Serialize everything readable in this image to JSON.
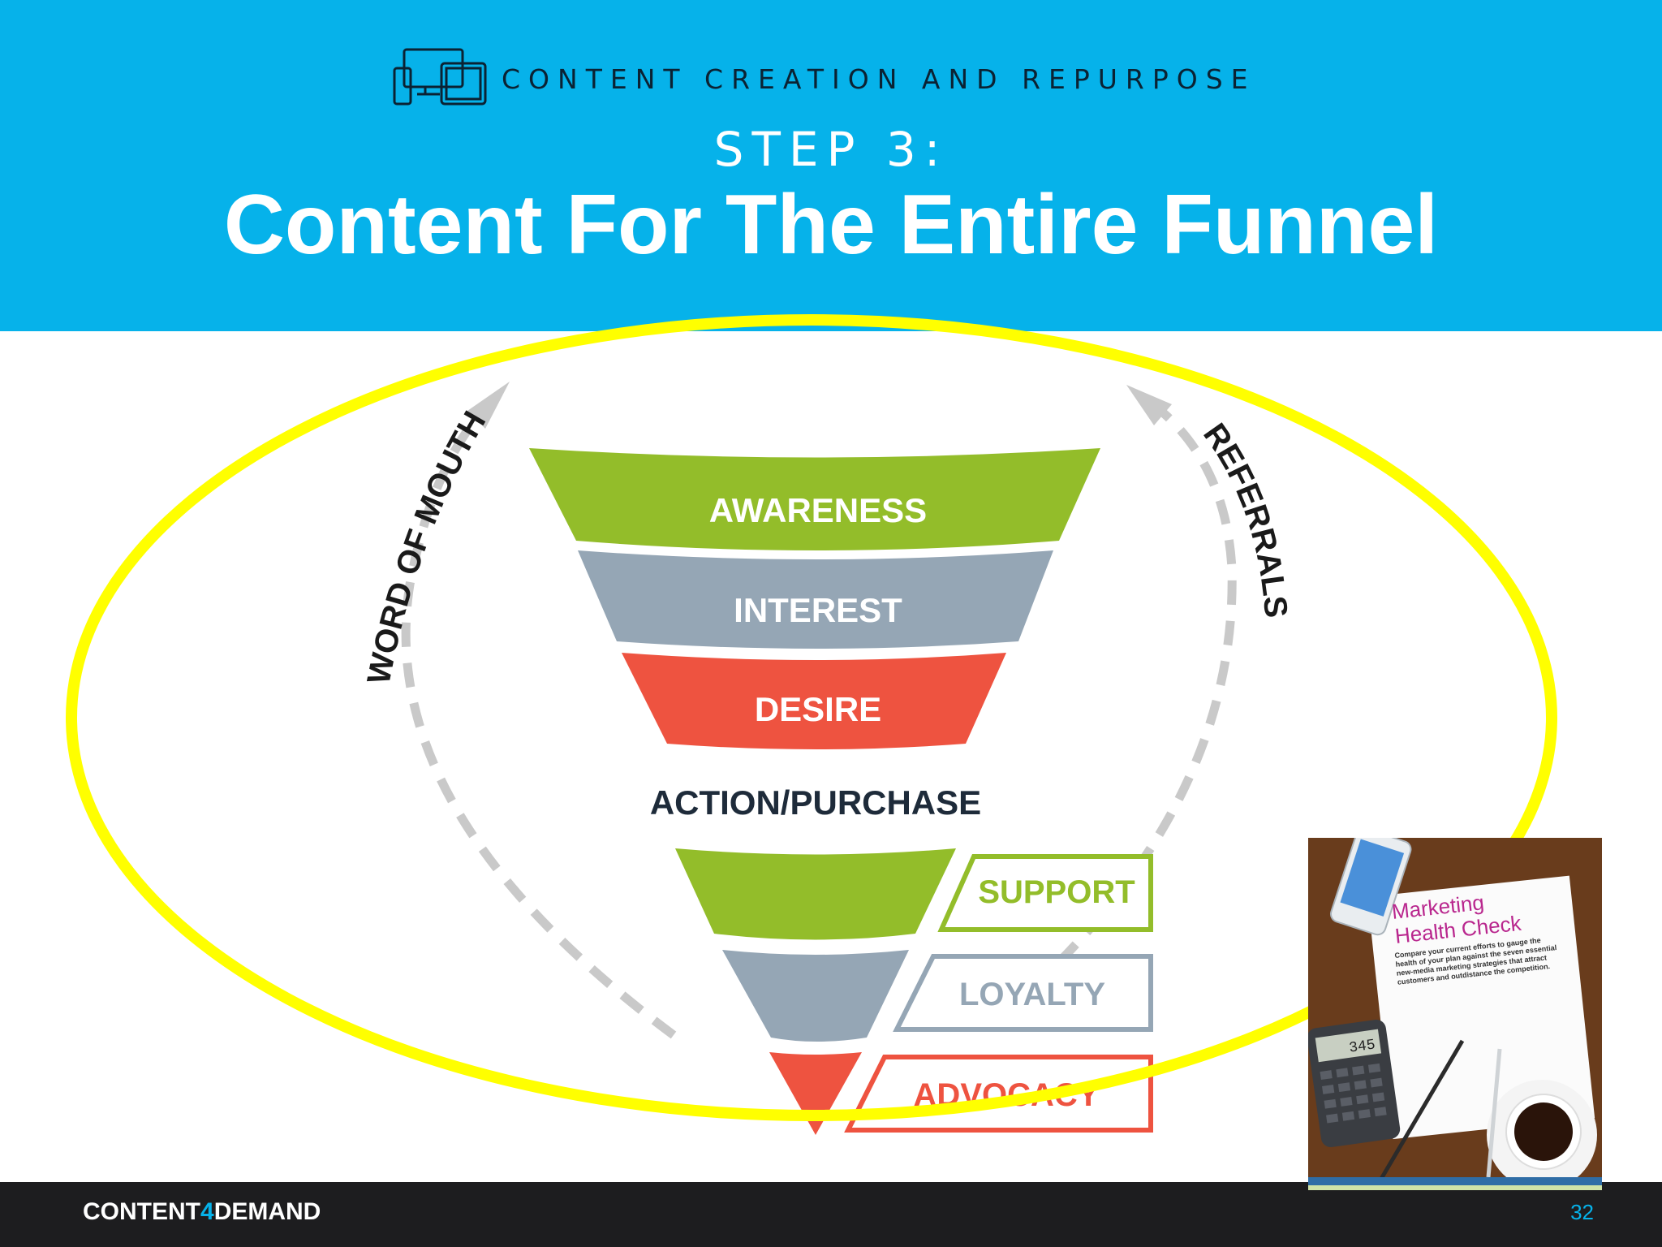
{
  "header": {
    "kicker": "CONTENT CREATION AND REPURPOSE",
    "step": "STEP 3:",
    "title": "Content For The Entire Funnel",
    "icon": "devices-icon",
    "background": "#06b2ea"
  },
  "funnel": {
    "stages": [
      "AWARENESS",
      "INTEREST",
      "DESIRE"
    ],
    "middle_label": "ACTION/PURCHASE",
    "post_stages": [
      "SUPPORT",
      "LOYALTY",
      "ADVOCACY"
    ],
    "left_arc": "WORD OF MOUTH",
    "right_arc": "REFERRALS",
    "colors": {
      "green": "#93bd2a",
      "gray": "#95a6b5",
      "red": "#ee5340",
      "highlight": "#ffff00"
    }
  },
  "thumbnail": {
    "title_line1": "Marketing",
    "title_line2": "Health Check",
    "intro": "Compare your current efforts to gauge the health of your plan against the seven essential new-media marketing strategies that attract customers and outdistance the competition.",
    "calculator_display": "345"
  },
  "footer": {
    "brand_prefix": "CONTENT",
    "brand_number": "4",
    "brand_suffix": "DEMAND",
    "page_number": "32"
  }
}
